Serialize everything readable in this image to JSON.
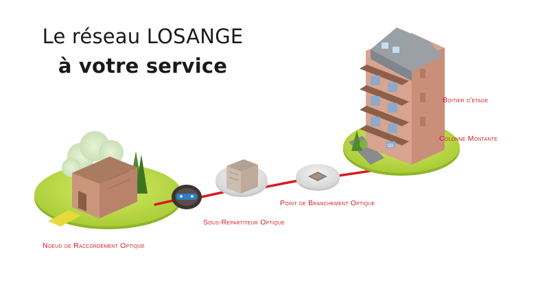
{
  "title": {
    "line1": "Le réseau LOSANGE",
    "line2": "à votre service"
  },
  "diagram": {
    "nodes": [
      {
        "id": "nro",
        "label": "Noeud de Raccordement Optique"
      },
      {
        "id": "sro",
        "label": "Sous-Repartiteur Optique"
      },
      {
        "id": "pbo",
        "label": "Point de Branchement Optique"
      },
      {
        "id": "colonne",
        "label": "Colonne Montante"
      },
      {
        "id": "boitier",
        "label": "Boitier d'etage"
      }
    ],
    "building_sign": "QD",
    "colors": {
      "fiber": "#d71a20",
      "grass": "#bcd94a",
      "building": "#d9a48f",
      "roof": "#9aa0a6"
    }
  }
}
